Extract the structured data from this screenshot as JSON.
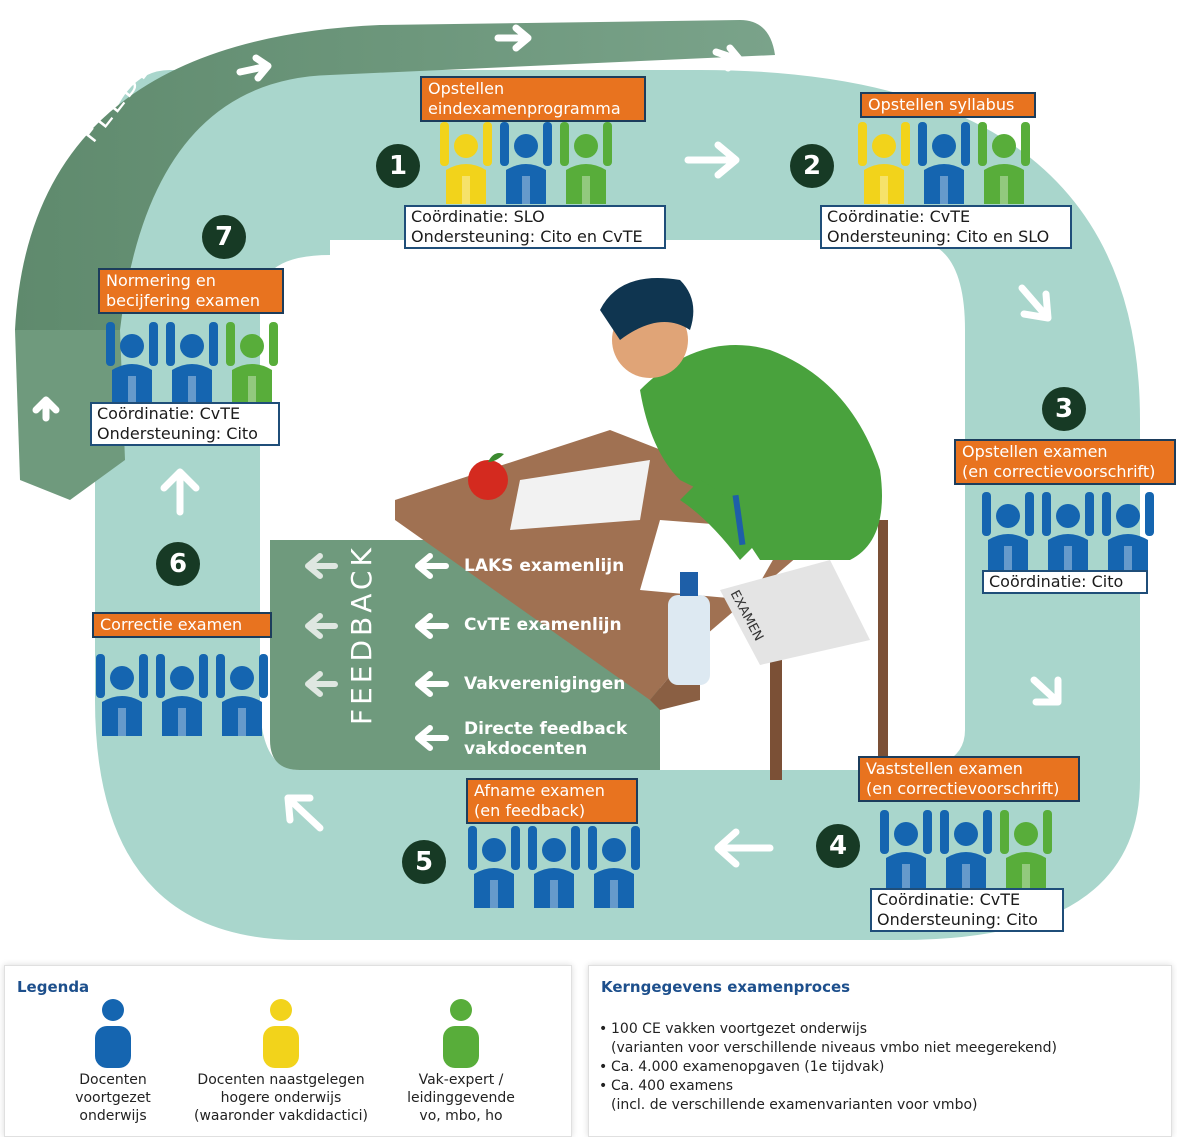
{
  "feedback_outer": "FEEDBACK",
  "feedback_inner": "FEEDBACK",
  "steps": [
    {
      "num": "1",
      "title": "Opstellen\neindexamenprogramma",
      "info": "Coördinatie: SLO\nOndersteuning: Cito en CvTE",
      "people": [
        "yellow",
        "blue",
        "green"
      ]
    },
    {
      "num": "2",
      "title": "Opstellen syllabus",
      "info": "Coördinatie: CvTE\nOndersteuning: Cito en SLO",
      "people": [
        "yellow",
        "blue",
        "green"
      ]
    },
    {
      "num": "3",
      "title": "Opstellen examen\n(en correctievoorschrift)",
      "info": "Coördinatie: Cito",
      "people": [
        "blue",
        "blue",
        "blue"
      ]
    },
    {
      "num": "4",
      "title": "Vaststellen examen\n(en correctievoorschrift)",
      "info": "Coördinatie: CvTE\nOndersteuning: Cito",
      "people": [
        "blue",
        "blue",
        "green"
      ]
    },
    {
      "num": "5",
      "title": "Afname examen\n(en feedback)",
      "info": "",
      "people": [
        "blue",
        "blue",
        "blue"
      ]
    },
    {
      "num": "6",
      "title": "Correctie examen",
      "info": "",
      "people": [
        "blue",
        "blue",
        "blue"
      ]
    },
    {
      "num": "7",
      "title": "Normering en\nbecijfering examen",
      "info": "Coördinatie: CvTE\nOndersteuning: Cito",
      "people": [
        "blue",
        "blue",
        "green"
      ]
    }
  ],
  "feedback_channels": [
    "LAKS examenlijn",
    "CvTE examenlijn",
    "Vakverenigingen",
    "Directe feedback\nvakdocenten"
  ],
  "paper_label": "EXAMEN",
  "legend": {
    "title": "Legenda",
    "items": [
      {
        "color": "blue",
        "label": "Docenten\nvoortgezet\nonderwijs"
      },
      {
        "color": "yellow",
        "label": "Docenten naastgelegen\nhogere onderwijs\n(waaronder vakdidactici)"
      },
      {
        "color": "green",
        "label": "Vak-expert /\nleidinggevende\nvo, mbo, ho"
      }
    ]
  },
  "kerngegevens": {
    "title": "Kerngegevens examenproces",
    "items": [
      {
        "main": "100 CE vakken voortgezet onderwijs",
        "sub": "(varianten voor verschillende niveaus vmbo niet meegerekend)"
      },
      {
        "main": "Ca. 4.000 examenopgaven (1e tijdvak)",
        "sub": ""
      },
      {
        "main": "Ca. 400 examens",
        "sub": "(incl. de verschillende examenvarianten voor vmbo)"
      }
    ]
  },
  "colors": {
    "track": "#a9d6cc",
    "feedback_band": "#6f9a7d",
    "orange": "#e8731f",
    "number": "#173a25",
    "person_blue": "#1565b0",
    "person_yellow": "#f2d31b",
    "person_green": "#58ad3a"
  }
}
